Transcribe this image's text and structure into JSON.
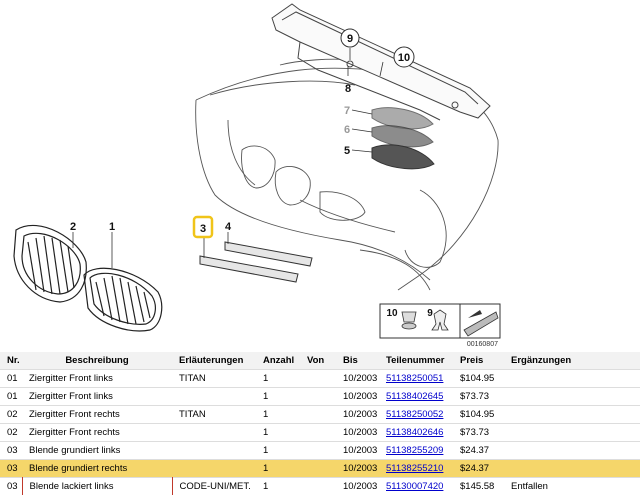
{
  "diagram": {
    "callouts": [
      "9",
      "10",
      "8",
      "7",
      "6",
      "5",
      "3",
      "4",
      "2",
      "1"
    ],
    "legend": {
      "a": "10",
      "b": "9"
    },
    "code": "00160807",
    "highlight_color": "#f0c419"
  },
  "table": {
    "headers": [
      "Nr.",
      "Beschreibung",
      "Erläuterungen",
      "Anzahl",
      "Von",
      "Bis",
      "Teilenummer",
      "Preis",
      "Ergänzungen"
    ],
    "rows": [
      [
        "01",
        "Ziergitter Front links",
        "TITAN",
        "1",
        "",
        "10/2003",
        "51138250051",
        "$104.95",
        ""
      ],
      [
        "01",
        "Ziergitter Front links",
        "",
        "1",
        "",
        "10/2003",
        "51138402645",
        "$73.73",
        ""
      ],
      [
        "02",
        "Ziergitter Front rechts",
        "TITAN",
        "1",
        "",
        "10/2003",
        "51138250052",
        "$104.95",
        ""
      ],
      [
        "02",
        "Ziergitter Front rechts",
        "",
        "1",
        "",
        "10/2003",
        "51138402646",
        "$73.73",
        ""
      ],
      [
        "03",
        "Blende grundiert links",
        "",
        "1",
        "",
        "10/2003",
        "51138255209",
        "$24.37",
        ""
      ],
      [
        "03",
        "Blende grundiert rechts",
        "",
        "1",
        "",
        "10/2003",
        "51138255210",
        "$24.37",
        ""
      ],
      [
        "03",
        "Blende lackiert links",
        "CODE-UNI/MET.",
        "1",
        "",
        "10/2003",
        "51130007420",
        "$145.58",
        "Entfallen"
      ]
    ],
    "selected_row": 5,
    "highlight_color": "#f5d66a"
  }
}
